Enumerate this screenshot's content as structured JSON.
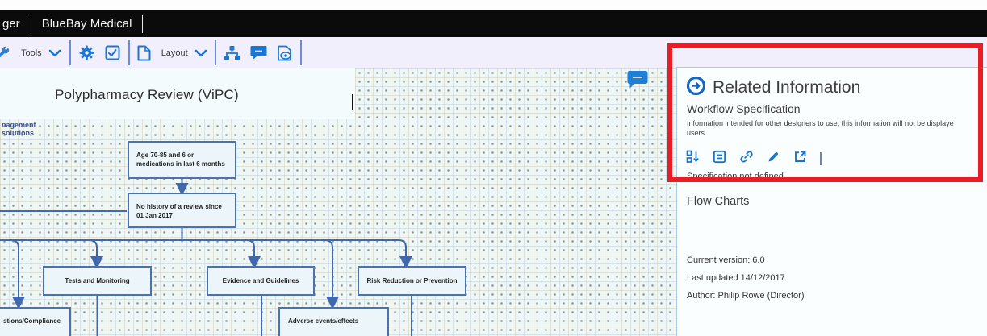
{
  "browser_bar": {
    "left_text": "ger",
    "site_title": "BlueBay Medical"
  },
  "toolbar": {
    "tools_label": "Tools",
    "layout_label": "Layout",
    "icons": [
      "wrench-icon",
      "settings-gear-icon",
      "checkbox-icon",
      "new-page-icon",
      "sitemap-icon",
      "comment-icon",
      "preview-document-icon"
    ]
  },
  "canvas": {
    "title": "Polypharmacy Review (ViPC)",
    "logo": {
      "line1": "nagement",
      "line2": "solutions"
    },
    "nodes": {
      "criteria": {
        "line1": "Age 70-85 and 6 or",
        "line2": "medications in last 6 months"
      },
      "history": {
        "line1": "No history of a review since",
        "line2": "01 Jan 2017"
      },
      "tests": {
        "label": "Tests and Monitoring"
      },
      "evidence": {
        "label": "Evidence and Guidelines"
      },
      "risk": {
        "label": "Risk Reduction or Prevention"
      },
      "questions": {
        "label": "stions/Compliance"
      },
      "adverse": {
        "label": "Adverse events/effects"
      }
    }
  },
  "panel": {
    "title": "Related Information",
    "section_title": "Workflow Specification",
    "description_line1": "Information intended for other designers to use, this information will not be displaye",
    "description_line2": "users.",
    "icons": [
      "reorder-icon",
      "notes-icon",
      "link-icon",
      "edit-pencil-icon",
      "open-external-icon"
    ],
    "spec_status": "Specification not defined",
    "flow_charts_title": "Flow Charts",
    "current_version": "Current version: 6.0",
    "last_updated": "Last updated 14/12/2017",
    "author": "Author: Philip Rowe (Director)"
  },
  "colors": {
    "accent_blue": "#1b76d3",
    "flowchart_blue": "#3f68ae",
    "annotation_red": "#ec1c24",
    "toolbar_background": "#f2effc",
    "canvas_background": "#edf6f8"
  }
}
